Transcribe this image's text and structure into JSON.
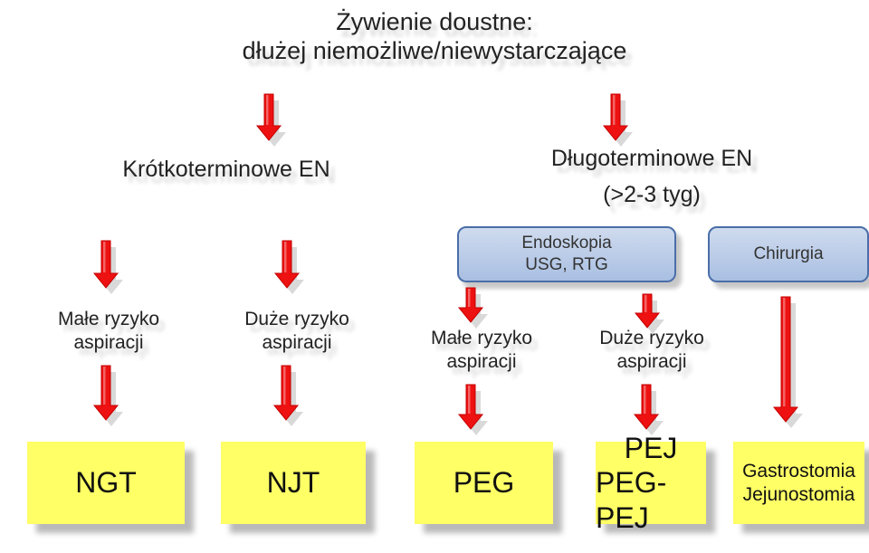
{
  "title": {
    "line1": "Żywienie doustne:",
    "line2": "dłużej niemożliwe/niewystarczające"
  },
  "branches": {
    "short_term": "Krótkoterminowe EN",
    "long_term_line1": "Długoterminowe EN",
    "long_term_line2": "(>2-3 tyg)"
  },
  "methods": {
    "endoscopy_line1": "Endoskopia",
    "endoscopy_line2": "USG, RTG",
    "surgery": "Chirurgia"
  },
  "risk": {
    "low_line1": "Małe ryzyko",
    "high_line1": "Duże  ryzyko",
    "high_line1_b": "Duże ryzyko",
    "line2": "aspiracji"
  },
  "outcomes": {
    "ngt": "NGT",
    "njt": "NJT",
    "peg": "PEG",
    "pej_line1": "PEJ",
    "pej_line2": "PEG-PEJ",
    "surg_line1": "Gastrostomia",
    "surg_line2": "Jejunostomia"
  },
  "colors": {
    "arrow": "#ee1111",
    "endoscopy_box": "#b9cbe8",
    "outcome_box": "#ffff66"
  }
}
